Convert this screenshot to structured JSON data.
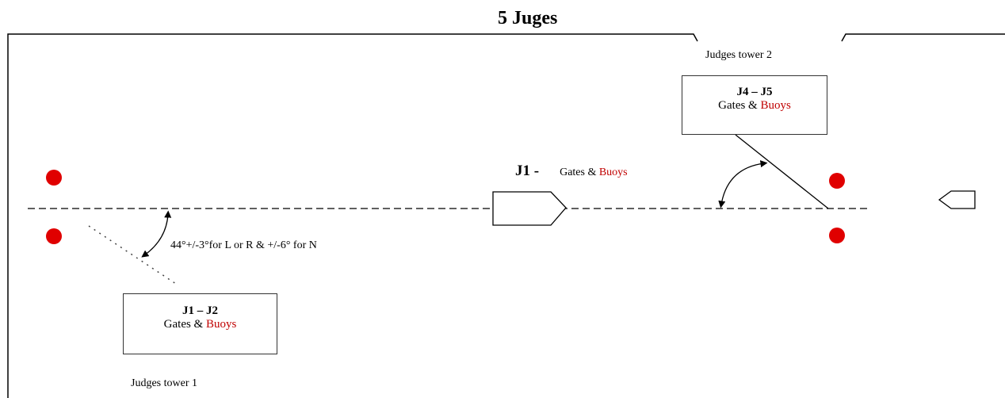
{
  "title": "5 Juges",
  "towers": {
    "tower2": {
      "label": "Judges tower  2",
      "judges": "J4 – J5",
      "gates": "Gates  & ",
      "buoys": "Buoys"
    },
    "tower1": {
      "label": "Judges tower  1",
      "judges": "J1 – J2",
      "gates": "Gates & ",
      "buoys": "Buoys"
    }
  },
  "center_judge": {
    "id": "J1 -",
    "gates": "Gates & ",
    "buoys": "Buoys"
  },
  "angle_note": "44°+/-3°for L or R & +/-6° for N",
  "colors": {
    "buoy": "#e00000",
    "buoys_text": "#c00000",
    "lines": "#000000"
  },
  "icons": [
    "buoy-icon",
    "boat-icon",
    "angle-arrow-icon"
  ]
}
